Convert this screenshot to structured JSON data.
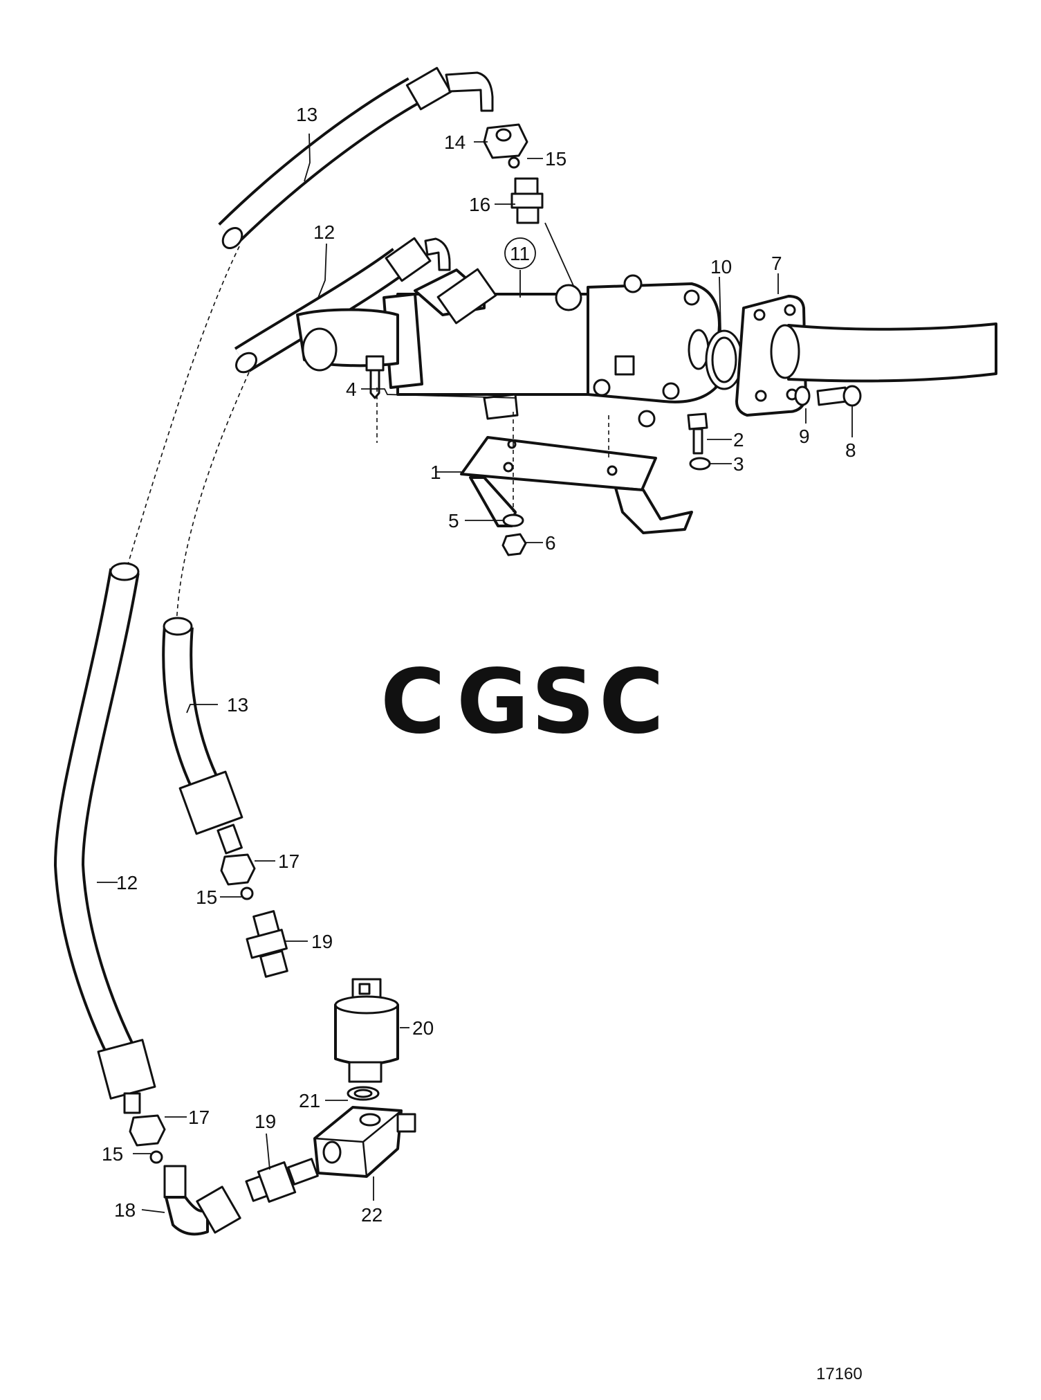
{
  "watermark": {
    "letters": [
      "C",
      "G",
      "S",
      "C"
    ],
    "colors": [
      "#8fb4f2",
      "#f2928a",
      "#f5d66e",
      "#7fc39f"
    ]
  },
  "callouts": {
    "c1": "1",
    "c2": "2",
    "c3": "3",
    "c4": "4",
    "c5": "5",
    "c6": "6",
    "c7": "7",
    "c8": "8",
    "c9": "9",
    "c10": "10",
    "c11": "11",
    "c12_top": "12",
    "c13_top": "13",
    "c14": "14",
    "c15_top": "15",
    "c16": "16",
    "c13_mid": "13",
    "c17_mid": "17",
    "c15_mid": "15",
    "c19_mid": "19",
    "c12_low": "12",
    "c17_low": "17",
    "c15_low": "15",
    "c18": "18",
    "c19_low": "19",
    "c20": "20",
    "c21": "21",
    "c22": "22"
  },
  "drawing_number": "17160"
}
